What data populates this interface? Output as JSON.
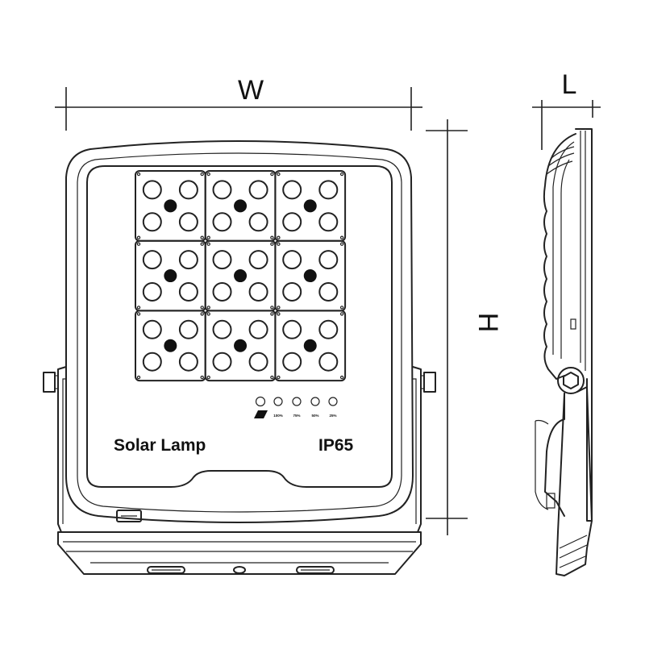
{
  "diagram": {
    "dimensions": {
      "width": "W",
      "height": "H",
      "length": "L"
    },
    "labels": {
      "product": "Solar Lamp",
      "rating": "IP65"
    },
    "indicators": [
      "100%",
      "75%",
      "50%",
      "25%"
    ],
    "led_module": {
      "rows": 3,
      "cols": 3,
      "lenses_per_module": 4,
      "filled_center_per_module": 1
    }
  }
}
